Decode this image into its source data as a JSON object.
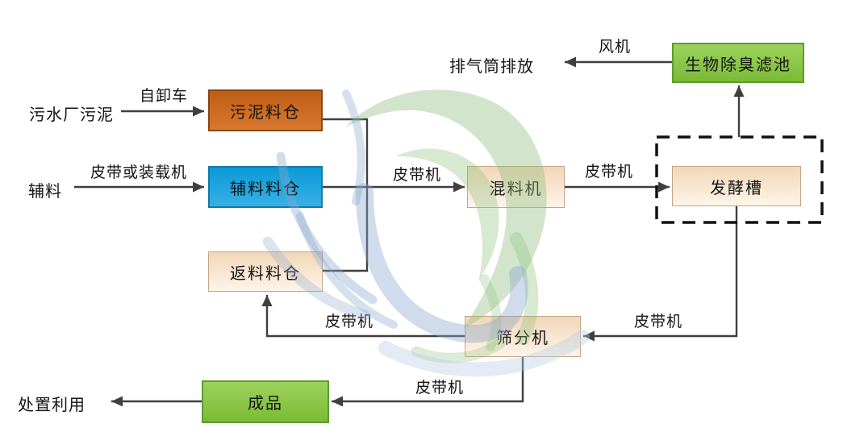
{
  "nodes": {
    "sludge_source": {
      "label": "污水厂污泥"
    },
    "sludge_silo": {
      "label": "污泥料仓"
    },
    "aux_source": {
      "label": "辅料"
    },
    "aux_silo": {
      "label": "辅料料仓"
    },
    "return_silo": {
      "label": "返料料仓"
    },
    "mixer": {
      "label": "混料机"
    },
    "fermenter": {
      "label": "发酵槽"
    },
    "biofilter": {
      "label": "生物除臭滤池"
    },
    "exhaust_outlet": {
      "label": "排气筒排放"
    },
    "screener": {
      "label": "筛分机"
    },
    "product": {
      "label": "成品"
    },
    "disposal": {
      "label": "处置利用"
    }
  },
  "edge_labels": {
    "dump_truck": "自卸车",
    "belt_or_loader": "皮带或装载机",
    "fan": "风机",
    "belt_to_mixer": "皮带机",
    "belt_to_fermenter": "皮带机",
    "belt_to_screener": "皮带机",
    "belt_to_return": "皮带机",
    "belt_to_product": "皮带机"
  },
  "colors": {
    "canvas-bg": "#ffffff",
    "line": "#3f3f3f",
    "text": "#141414",
    "dashed-border": "#111111",
    "box-orange-1": "#bf5d15",
    "box-orange-2": "#d8792f",
    "box-orange-border": "#8a4512",
    "box-blue-1": "#0d9ad6",
    "box-blue-2": "#36b0e6",
    "box-blue-border": "#1679a6",
    "box-peach-1": "#f2d7b8",
    "box-peach-2": "#fdf4e9",
    "box-peach-border": "#c5a585",
    "box-green-1": "#9cd35c",
    "box-green-2": "#7cba37",
    "box-green-border": "#5f9a31",
    "watermark-green": "#8fbf7f",
    "watermark-blue": "#8aa6cc",
    "watermark-lightblue": "#b9cde6"
  }
}
